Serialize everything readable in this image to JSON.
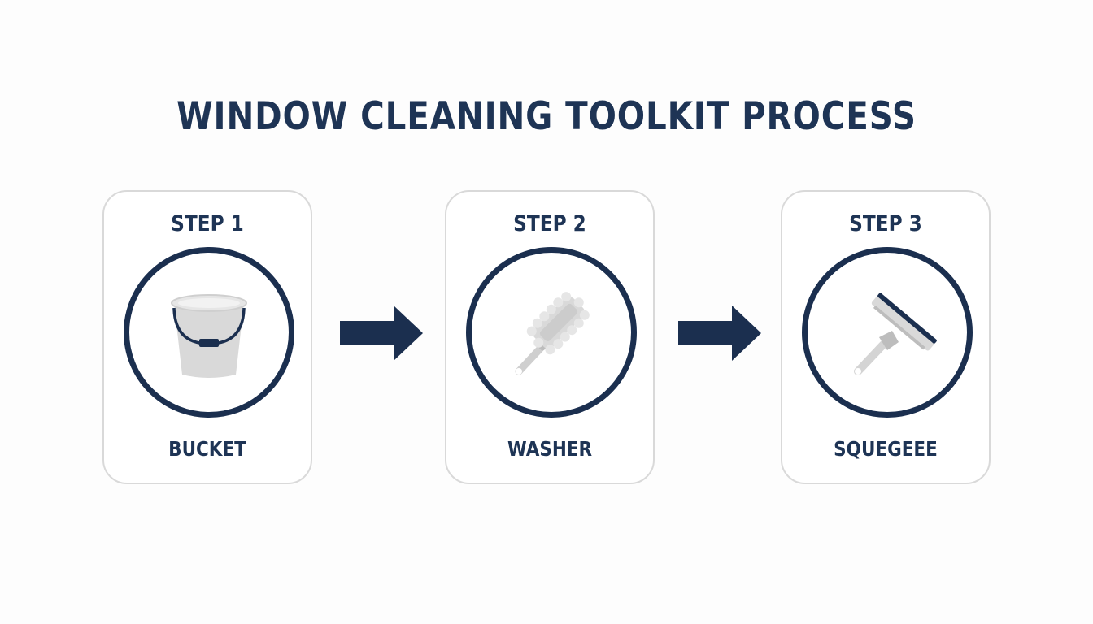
{
  "title": "WINDOW CLEANING TOOLKIT PROCESS",
  "steps": [
    {
      "step_label": "STEP 1",
      "tool_label": "BUCKET",
      "icon": "bucket-icon"
    },
    {
      "step_label": "STEP 2",
      "tool_label": "WASHER",
      "icon": "washer-icon"
    },
    {
      "step_label": "STEP 3",
      "tool_label": "SQUEGEEE",
      "icon": "squeegee-icon"
    }
  ],
  "colors": {
    "primary": "#1e3455",
    "card_border": "#d9d9d9",
    "icon_gray": "#d4d4d4",
    "background": "#fdfdfd"
  }
}
